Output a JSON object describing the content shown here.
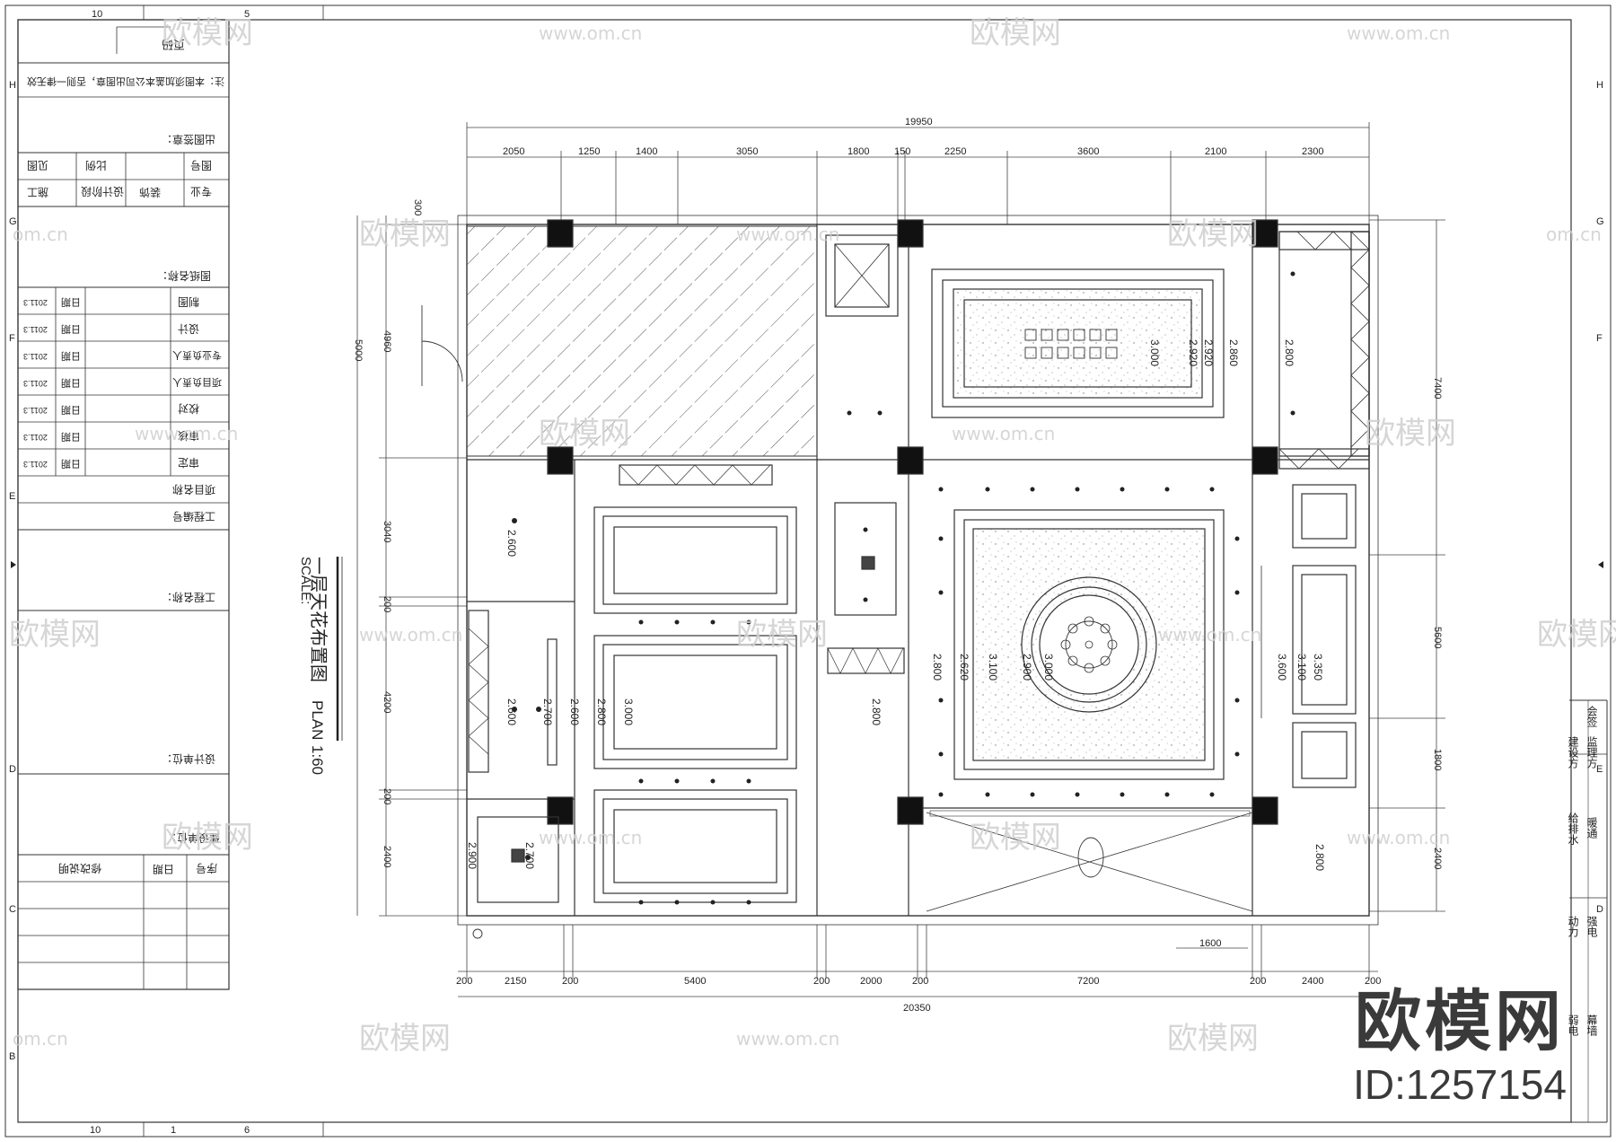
{
  "title_block": {
    "header": "页码",
    "note": "注：本图须加盖本公司出图章，否则一律无效",
    "stamp_label": "出图签章：",
    "row_major": [
      "专业",
      "装饰",
      "设计阶段",
      "施工"
    ],
    "row_drawing": [
      "图号",
      "",
      "比例",
      "见图"
    ],
    "drawing_name_label": "图纸名称：",
    "sign_rows": [
      {
        "role": "制图",
        "date_label": "日期",
        "date": "2011.3"
      },
      {
        "role": "设计",
        "date_label": "日期",
        "date": "2011.3"
      },
      {
        "role": "专业负责人",
        "date_label": "日期",
        "date": "2011.3"
      },
      {
        "role": "项目负责人",
        "date_label": "日期",
        "date": "2011.3"
      },
      {
        "role": "校对",
        "date_label": "日期",
        "date": "2011.3"
      },
      {
        "role": "审核",
        "date_label": "日期",
        "date": "2011.3"
      },
      {
        "role": "审定",
        "date_label": "日期",
        "date": "2011.3"
      }
    ],
    "project_name": "项目名称",
    "project_no": "工程编号",
    "engineering_name": "工程名称：",
    "design_unit": "设计单位：",
    "construction_unit": "建设单位：",
    "revision_headers": [
      "序号",
      "日期",
      "修改说明"
    ]
  },
  "right_strip": {
    "labels": [
      "建设方",
      "监理方",
      "会签",
      "给排水",
      "暖通",
      "动力",
      "强电",
      "弱电",
      "幕墙"
    ]
  },
  "plan": {
    "title": "一层天花布置图",
    "plan_label": "PLAN",
    "scale_label": "SCALE:",
    "scale_value": "1:60",
    "top_total": "19950",
    "top_dims": [
      "2050",
      "1250",
      "1400",
      "3050",
      "1800",
      "150",
      "2250",
      "3600",
      "2100",
      "2300"
    ],
    "bottom_dims": [
      "200",
      "2150",
      "200",
      "5400",
      "200",
      "2000",
      "200",
      "7200",
      "200",
      "2400",
      "200"
    ],
    "bottom_total": "20350",
    "bottom_sub": "1600",
    "left_dims": [
      "300",
      "4960",
      "5000",
      "3040",
      "200",
      "4200",
      "200",
      "2400"
    ],
    "right_dims": [
      "7400",
      "5600",
      "1800",
      "2400"
    ],
    "heights": [
      "2.600",
      "2.600",
      "2.700",
      "2.600",
      "2.800",
      "3.000",
      "2.900",
      "2.700",
      "2.800",
      "3.000",
      "2.920",
      "2.920",
      "2.860",
      "2.800",
      "2.800",
      "2.620",
      "3.100",
      "2.900",
      "3.000",
      "3.600",
      "3.100",
      "3.350",
      "2.800"
    ]
  },
  "grid_marks": {
    "top": [
      "10",
      "5"
    ],
    "bottom": [
      "10",
      "1",
      "6"
    ],
    "left": [
      "H",
      "G",
      "F",
      "E",
      "D",
      "C",
      "B"
    ],
    "right": [
      "H",
      "G",
      "F",
      "E",
      "D"
    ]
  },
  "watermarks": {
    "brand": "欧模网",
    "url": "www.om.cn",
    "url_short": "om.cn"
  },
  "brand": {
    "name": "欧模网",
    "id": "ID:1257154"
  }
}
